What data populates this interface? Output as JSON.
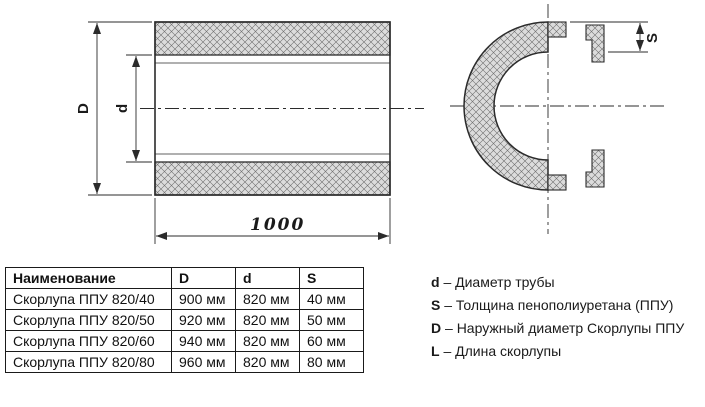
{
  "drawing": {
    "dim_D": "D",
    "dim_d": "d",
    "dim_S": "S",
    "length_label": "1000",
    "line_color": "#2b2b2b",
    "hatch_fill": "#dcdcdc"
  },
  "table": {
    "headers": [
      "Наименование",
      "D",
      "d",
      "S"
    ],
    "rows": [
      [
        "Скорлупа ППУ 820/40",
        "900 мм",
        "820 мм",
        "40 мм"
      ],
      [
        "Скорлупа ППУ 820/50",
        "920 мм",
        "820 мм",
        "50 мм"
      ],
      [
        "Скорлупа ППУ 820/60",
        "940 мм",
        "820 мм",
        "60 мм"
      ],
      [
        "Скорлупа ППУ 820/80",
        "960 мм",
        "820 мм",
        "80 мм"
      ]
    ]
  },
  "legend": {
    "separator": "–",
    "items": [
      {
        "key": "d",
        "text": "Диаметр трубы"
      },
      {
        "key": "S",
        "text": "Толщина пенополиуретана (ППУ)"
      },
      {
        "key": "D",
        "text": "Наружный диаметр Скорлупы ППУ"
      },
      {
        "key": "L",
        "text": "Длина скорлупы"
      }
    ]
  }
}
